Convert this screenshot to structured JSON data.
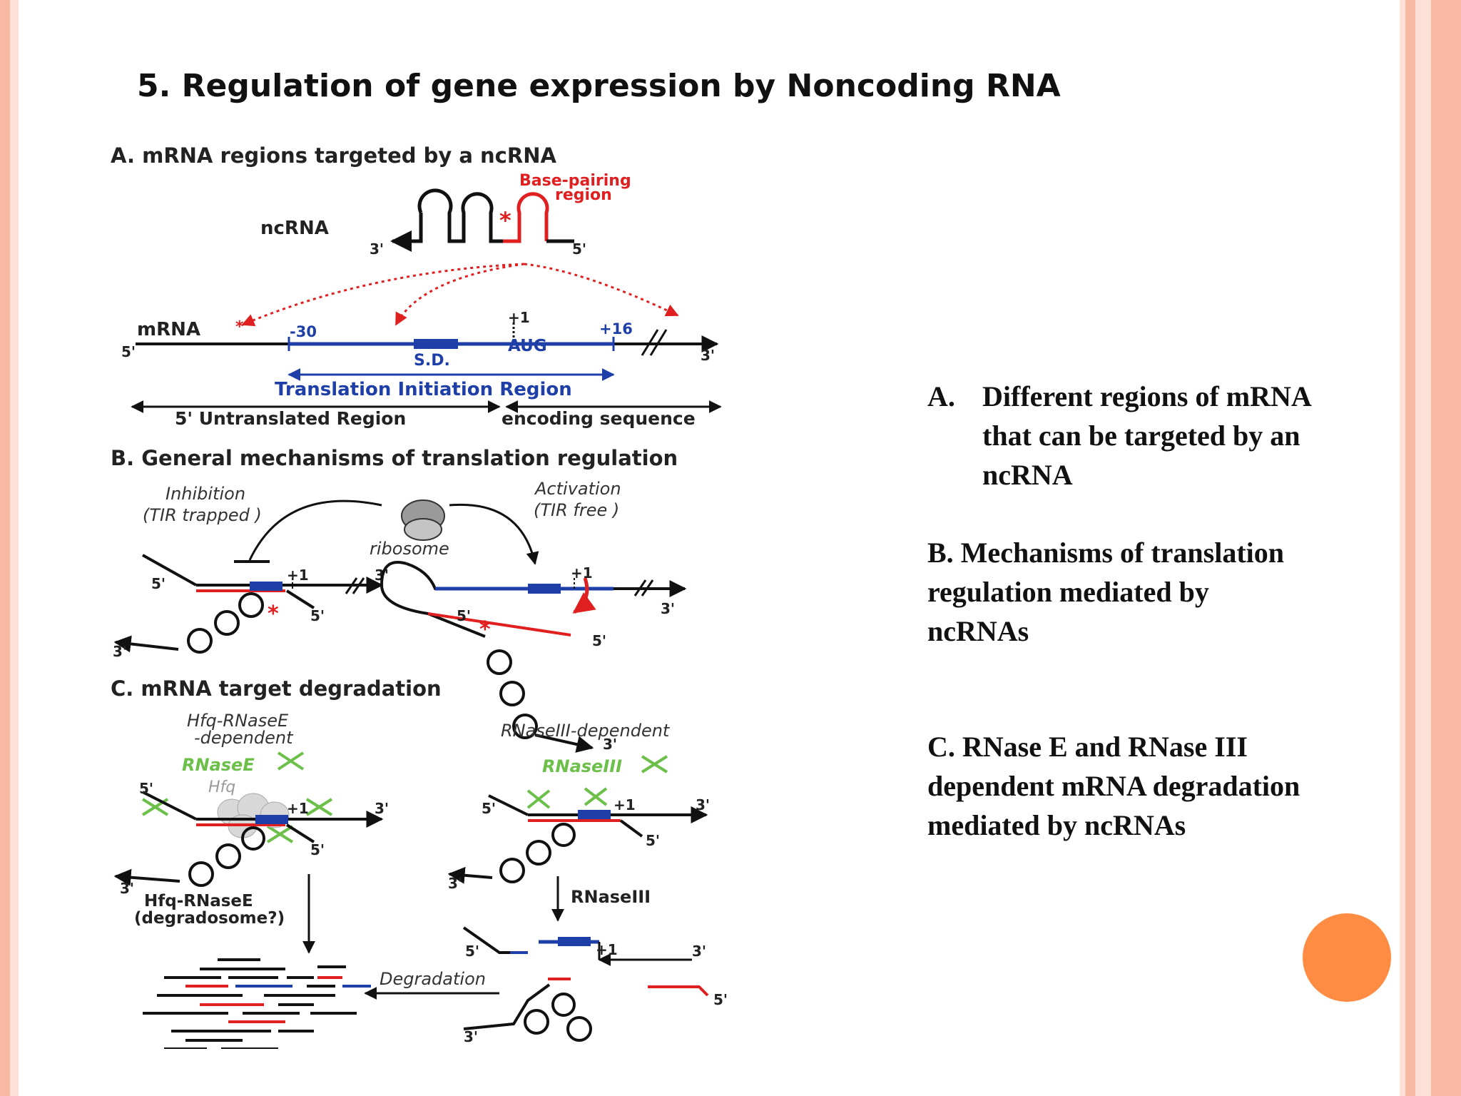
{
  "slide": {
    "title": "5. Regulation of gene expression by Noncoding RNA",
    "colors": {
      "accent_dot": "#FF8C42",
      "frame": "#F8B9A5",
      "frame_light": "#FDE1D7"
    }
  },
  "figure": {
    "section_a": {
      "title": "A. mRNA regions targeted by a ncRNA",
      "ncrna_label": "ncRNA",
      "base_pairing_line1": "Base-pairing",
      "base_pairing_line2": "region",
      "mrna_label": "mRNA",
      "minus30": "-30",
      "plus1": "+1",
      "plus16": "+16",
      "sd": "S.D.",
      "aug": "AUG",
      "tir": "Translation Initiation Region",
      "utr": "5' Untranslated Region",
      "encoding": "encoding sequence",
      "five": "5'",
      "three": "3'",
      "star": "*"
    },
    "section_b": {
      "title": "B. General mechanisms of translation regulation",
      "inhibition": "Inhibition",
      "tir_trapped": "(TIR trapped )",
      "activation": "Activation",
      "tir_free": "(TIR free )",
      "ribosome": "ribosome"
    },
    "section_c": {
      "title": "C. mRNA target degradation",
      "hfq_dep_line1": "Hfq-RNaseE",
      "hfq_dep_line2": "-dependent",
      "rnaseiii_dep": "RNaseIII-dependent",
      "rnasee": "RNaseE",
      "rnaseiii": "RNaseIII",
      "hfq": "Hfq",
      "hfq_rnasee": "Hfq-RNaseE",
      "degradosome": "(degradosome?)",
      "rnaseiii_arrow": "RNaseIII",
      "degradation": "Degradation"
    },
    "colors": {
      "red": "#E02020",
      "blue": "#1F3FA8",
      "green": "#6CC04A",
      "black": "#111111"
    }
  },
  "side_text": {
    "a_marker": "A.",
    "a_text": "Different regions of mRNA that can be targeted by an ncRNA",
    "b_text": "B. Mechanisms of translation regulation mediated by ncRNAs",
    "c_text": "C. RNase E and RNase III dependent mRNA degradation mediated by ncRNAs"
  }
}
